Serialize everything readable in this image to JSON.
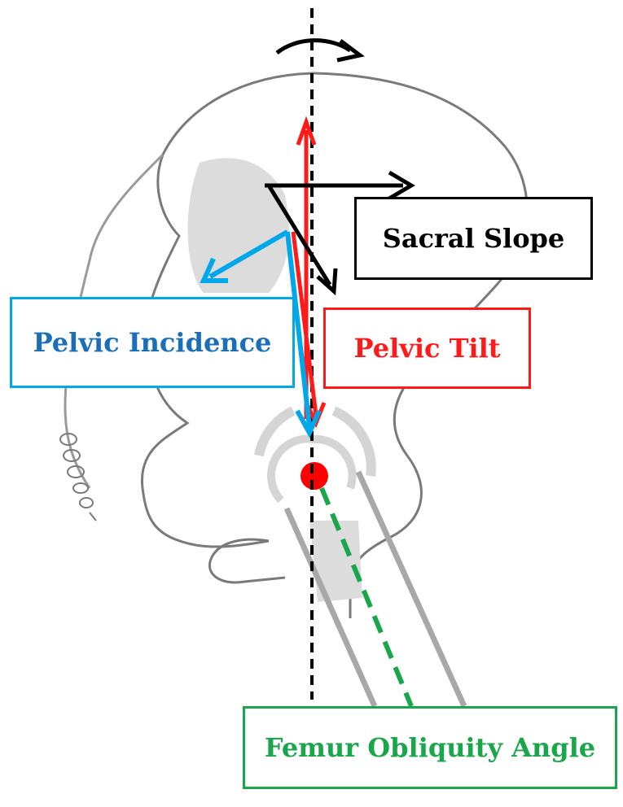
{
  "labels": {
    "sacral_slope": "Sacral Slope",
    "pelvic_incidence": "Pelvic Incidence",
    "pelvic_tilt": "Pelvic Tilt",
    "femur_obliquity_angle": "Femur Obliquity Angle"
  },
  "colors": {
    "sacral_slope": "#000000",
    "pelvic_incidence": "#00a8ea",
    "pelvic_incidence_text": "#1b6fb8",
    "pelvic_tilt": "#ff1a1a",
    "femur_obliquity_angle": "#1aa64a",
    "outline": "#7a7a7a",
    "bone_fill": "#d9d9d9",
    "hip_joint": "#ff0000"
  },
  "icons": {
    "rotation": "curved-arrow-rotation-icon"
  }
}
